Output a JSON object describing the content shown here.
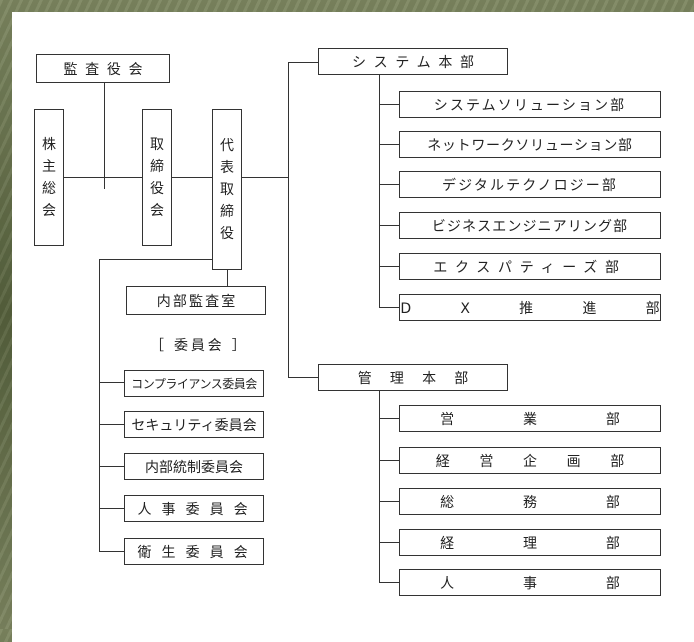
{
  "left": {
    "kansayakukai": "監査役会",
    "kabunushi_chars": [
      "株",
      "主",
      "総",
      "会"
    ],
    "torishimariyakukai_chars": [
      "取",
      "締",
      "役",
      "会"
    ],
    "daihyo_chars": [
      "代",
      "表",
      "取",
      "締",
      "役"
    ],
    "naibu_kansashitsu": "内部監査室",
    "iinkai_heading": "［ 委員会 ］",
    "committees": [
      "コンプライアンス委員会",
      "セキュリティ委員会",
      "内部統制委員会",
      "人 事 委 員 会",
      "衛 生 委 員 会"
    ]
  },
  "system_honbu": {
    "title": "システム本部",
    "departments": [
      "システムソリューション部",
      "ネットワークソリューション部",
      "デジタルテクノロジー部",
      "ビジネスエンジニアリング部",
      "エクスパティーズ部",
      "D X 推 進 部"
    ]
  },
  "kanri_honbu": {
    "title": "管理本部",
    "departments": [
      "営 業 部",
      "経 営 企 画 部",
      "総 務 部",
      "経 理 部",
      "人 事 部"
    ]
  }
}
